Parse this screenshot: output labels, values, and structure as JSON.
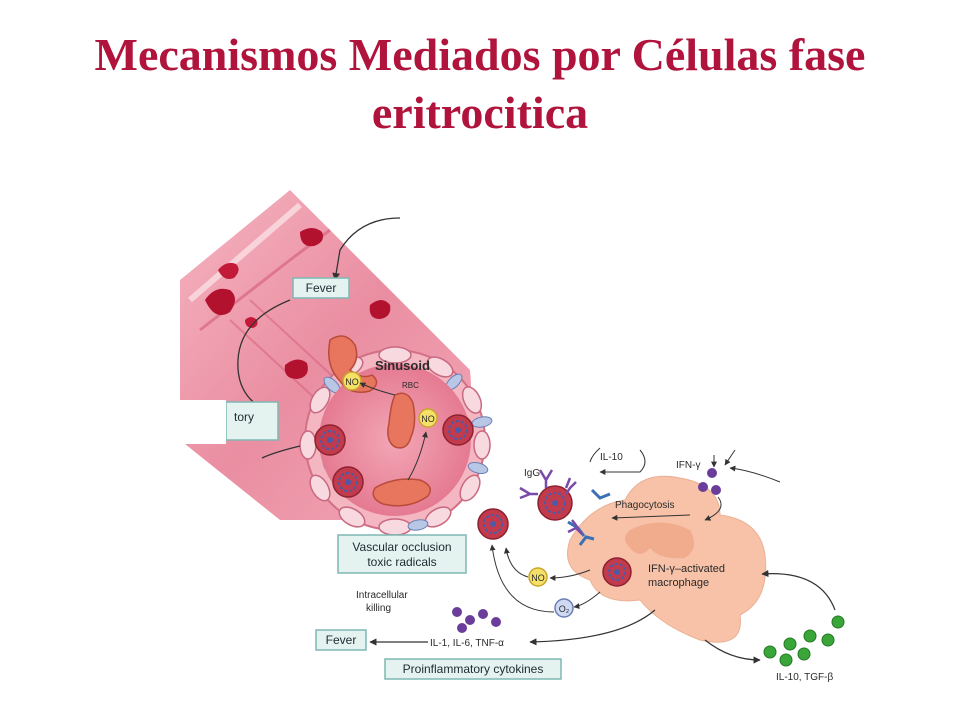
{
  "slide": {
    "title_line1": "Mecanismos Mediados por Células fase",
    "title_line2": "eritrocitica"
  },
  "diagram": {
    "boxes": {
      "fever_top": "Fever",
      "inflammatory_partial": "tory",
      "vascular_line1": "Vascular occlusion",
      "vascular_line2": "toxic radicals",
      "fever_bottom": "Fever",
      "proinflammatory": "Proinflammatory cytokines"
    },
    "labels": {
      "sinusoid": "Sinusoid",
      "rbc": "RBC",
      "no_1": "NO",
      "no_2": "NO",
      "no_3": "NO",
      "igg": "IgG",
      "il10_top": "IL-10",
      "ifn_gamma": "IFN-γ",
      "phagocytosis": "Phagocytosis",
      "macrophage_line1": "IFN-γ–activated",
      "macrophage_line2": "macrophage",
      "superoxide": "O₂",
      "intracellular_line1": "Intracellular",
      "intracellular_line2": "killing",
      "cytokines_pro": "IL-1, IL-6, TNF-α",
      "cytokines_anti": "IL-10, TGF-β"
    },
    "colors": {
      "title": "#b0143c",
      "vessel": "#e9869b",
      "rbc": "#e8765e",
      "macrophage": "#f7c2a8",
      "label_box_fill": "#e4f2f0",
      "label_box_stroke": "#7fb8b4",
      "ifn_dots": "#6a3d9a",
      "anti_dots": "#3aa63a",
      "antibody": "#7a4aa8",
      "receptor": "#3b6fb6"
    }
  }
}
